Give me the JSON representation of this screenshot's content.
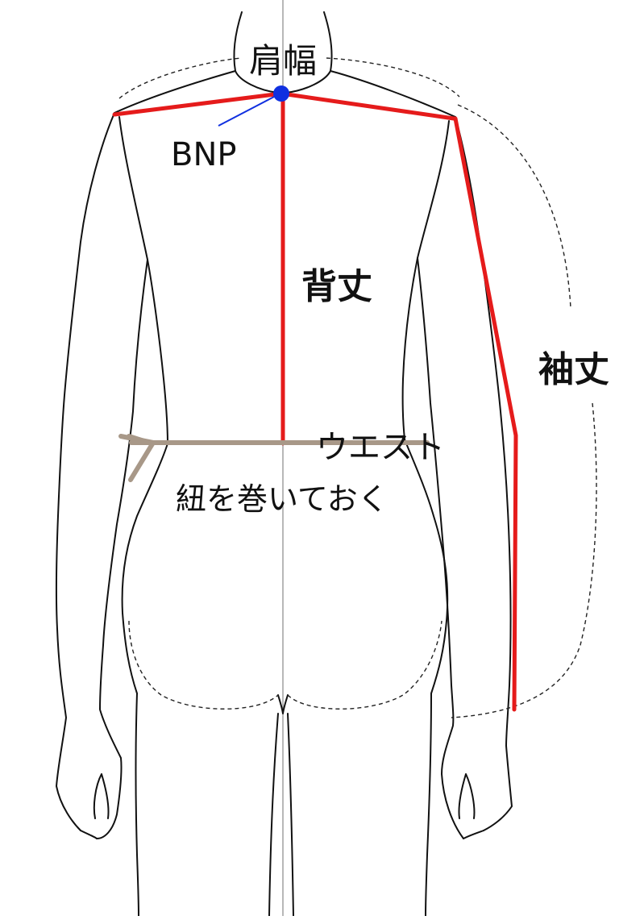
{
  "labels": {
    "shoulder_width": "肩幅",
    "bnp": "BNP",
    "back_length": "背丈",
    "sleeve_length": "袖丈",
    "waist": "ウエスト",
    "string_note": "紐を巻いておく"
  },
  "colors": {
    "measure_line": "#e51b1b",
    "bnp_marker": "#1030e0",
    "string": "#a89888",
    "outline": "#111111"
  }
}
